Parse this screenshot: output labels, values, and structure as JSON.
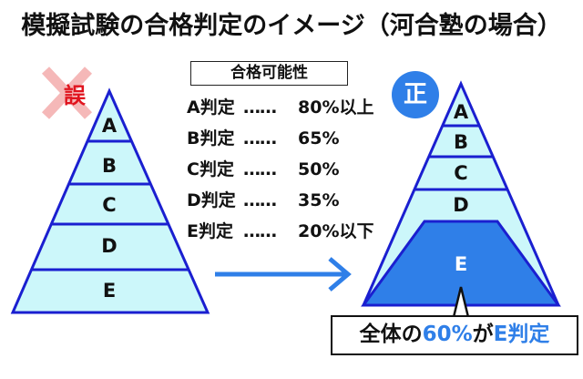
{
  "title": "模擬試験の合格判定のイメージ（河合塾の場合）",
  "colors": {
    "pyramid_outline": "#1a1fd0",
    "pyramid_fill": "#ccf7fa",
    "accent_blue": "#2f7fe8",
    "wrong_red": "#e0141e",
    "wrong_cross": "#f5b8b8"
  },
  "legend": {
    "header": "合格可能性",
    "items": [
      {
        "grade": "A判定",
        "dots": "……",
        "value": "80%以上"
      },
      {
        "grade": "B判定",
        "dots": "……",
        "value": "65%"
      },
      {
        "grade": "C判定",
        "dots": "……",
        "value": "50%"
      },
      {
        "grade": "D判定",
        "dots": "……",
        "value": "35%"
      },
      {
        "grade": "E判定",
        "dots": "……",
        "value": "20%以下"
      }
    ]
  },
  "wrong_pyramid": {
    "badge": "誤",
    "labels": [
      "A",
      "B",
      "C",
      "D",
      "E"
    ]
  },
  "correct_pyramid": {
    "badge": "正",
    "labels": [
      "A",
      "B",
      "C",
      "D",
      "E"
    ]
  },
  "callout": {
    "prefix": "全体の",
    "percent": "60%",
    "middle": "が",
    "grade": "E判定"
  }
}
